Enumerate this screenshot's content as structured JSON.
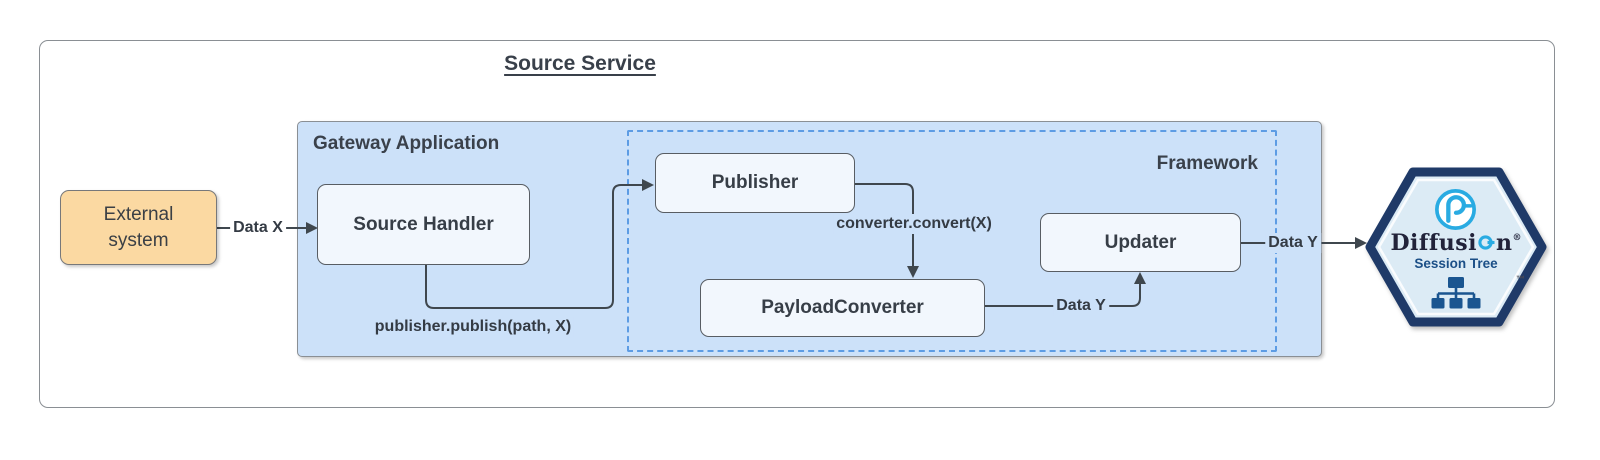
{
  "title": "Source Service",
  "colors": {
    "gateway_fill": "#cce1f9",
    "node_fill": "#f2f7fd",
    "node_border": "#585d63",
    "external_fill": "#fbd9a2",
    "framework_dash_border": "#5d9ce4",
    "edge_stroke": "#3f474e",
    "label_text": "#343b44",
    "hex_border": "#1f3a68",
    "hex_fill": "#dcebf5",
    "logo_blue": "#29abe2",
    "navy": "#1a5590"
  },
  "nodes": {
    "external_system": {
      "label": "External system"
    },
    "gateway": {
      "label": "Gateway Application"
    },
    "framework": {
      "label": "Framework"
    },
    "source_handler": {
      "label": "Source Handler"
    },
    "publisher": {
      "label": "Publisher"
    },
    "payload_converter": {
      "label": "PayloadConverter"
    },
    "updater": {
      "label": "Updater"
    }
  },
  "edges": {
    "data_x": {
      "label": "Data X"
    },
    "publisher_publish": {
      "label": "publisher.publish(path, X)"
    },
    "converter_convert": {
      "label": "converter.convert(X)"
    },
    "payload_to_updater": {
      "label": "Data Y"
    },
    "updater_to_diffusion": {
      "label": "Data Y"
    }
  },
  "diffusion": {
    "wordmark_prefix": "Diffusi",
    "wordmark_suffix": "n",
    "registered_mark": "®",
    "subtitle": "Session Tree",
    "badge_trademark": "™"
  }
}
